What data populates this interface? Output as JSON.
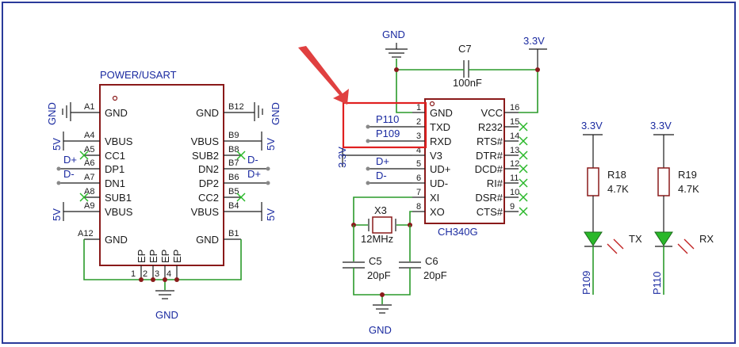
{
  "usb": {
    "title": "POWER/USART",
    "left_pins": [
      {
        "num": "A1",
        "name": "GND",
        "net": "GND"
      },
      {
        "num": "A4",
        "name": "VBUS",
        "net": "5V"
      },
      {
        "num": "A5",
        "name": "CC1",
        "net": ""
      },
      {
        "num": "A6",
        "name": "DP1",
        "net": "D+"
      },
      {
        "num": "A7",
        "name": "DN1",
        "net": "D-"
      },
      {
        "num": "A8",
        "name": "SUB1",
        "net": ""
      },
      {
        "num": "A9",
        "name": "VBUS",
        "net": "5V"
      },
      {
        "num": "A12",
        "name": "GND",
        "net": ""
      }
    ],
    "right_pins": [
      {
        "num": "B12",
        "name": "GND",
        "net": "GND"
      },
      {
        "num": "B9",
        "name": "VBUS",
        "net": "5V"
      },
      {
        "num": "B8",
        "name": "SUB2",
        "net": ""
      },
      {
        "num": "B7",
        "name": "DN2",
        "net": "D-"
      },
      {
        "num": "B6",
        "name": "DP2",
        "net": "D+"
      },
      {
        "num": "B5",
        "name": "CC2",
        "net": ""
      },
      {
        "num": "B4",
        "name": "VBUS",
        "net": "5V"
      },
      {
        "num": "B1",
        "name": "GND",
        "net": ""
      }
    ],
    "ep_pins": [
      "EP",
      "EP",
      "EP",
      "EP"
    ],
    "ep_nums": [
      "1",
      "2",
      "3",
      "4"
    ],
    "gnd_bottom": "GND"
  },
  "ch340": {
    "name": "CH340G",
    "left_pins": [
      {
        "num": "1",
        "name": "GND"
      },
      {
        "num": "2",
        "name": "TXD"
      },
      {
        "num": "3",
        "name": "RXD"
      },
      {
        "num": "4",
        "name": "V3"
      },
      {
        "num": "5",
        "name": "UD+"
      },
      {
        "num": "6",
        "name": "UD-"
      },
      {
        "num": "7",
        "name": "XI"
      },
      {
        "num": "8",
        "name": "XO"
      }
    ],
    "right_pins": [
      {
        "num": "16",
        "name": "VCC"
      },
      {
        "num": "15",
        "name": "R232"
      },
      {
        "num": "14",
        "name": "RTS#"
      },
      {
        "num": "13",
        "name": "DTR#"
      },
      {
        "num": "12",
        "name": "DCD#"
      },
      {
        "num": "11",
        "name": "RI#"
      },
      {
        "num": "10",
        "name": "DSR#"
      },
      {
        "num": "9",
        "name": "CTS#"
      }
    ],
    "nets": {
      "txd": "P110",
      "rxd": "P109",
      "v3": "3.3V",
      "udp": "D+",
      "udm": "D-"
    }
  },
  "parts": {
    "gnd_top": "GND",
    "vcc_top": "3.3V",
    "c7": {
      "ref": "C7",
      "value": "100nF"
    },
    "x3": {
      "ref": "X3",
      "value": "12MHz"
    },
    "c5": {
      "ref": "C5",
      "value": "20pF"
    },
    "c6": {
      "ref": "C6",
      "value": "20pF"
    },
    "gnd_crystal": "GND"
  },
  "leds": {
    "tx": {
      "rail": "3.3V",
      "res_ref": "R18",
      "res_value": "4.7K",
      "label": "TX",
      "net": "P109"
    },
    "rx": {
      "rail": "3.3V",
      "res_ref": "R19",
      "res_value": "4.7K",
      "label": "RX",
      "net": "P110"
    }
  },
  "colors": {
    "wire": "#2a9a2a",
    "body": "#8a1a1a",
    "net_label": "#1a2aa0",
    "highlight": "#e02020",
    "no_connect": "#2ab82a"
  }
}
